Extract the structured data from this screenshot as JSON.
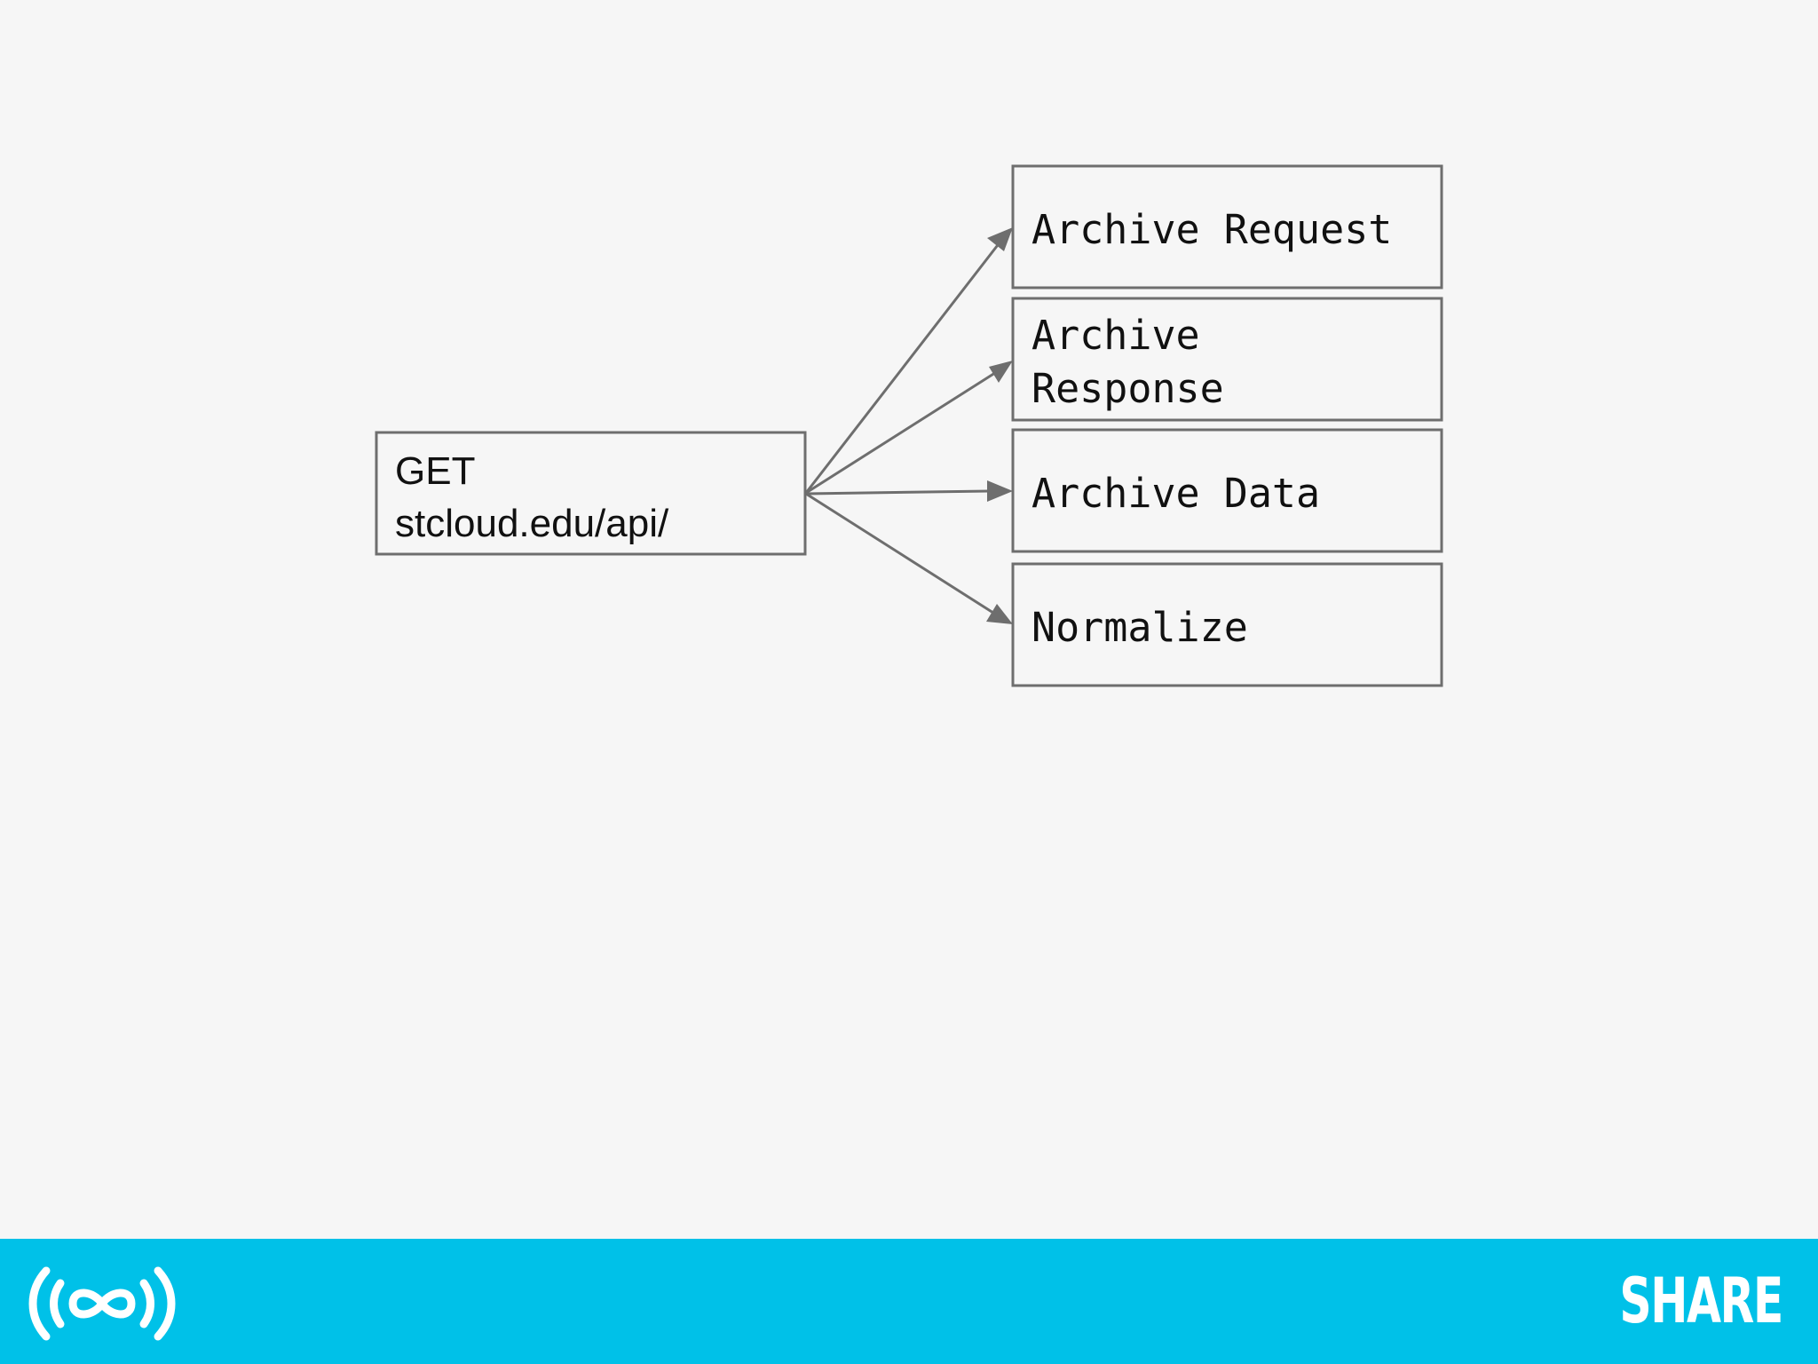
{
  "source": {
    "line1": "GET",
    "line2": "stcloud.edu/api/"
  },
  "targets": [
    {
      "lines": [
        "Archive Request"
      ]
    },
    {
      "lines": [
        "Archive",
        "Response"
      ]
    },
    {
      "lines": [
        "Archive Data"
      ]
    },
    {
      "lines": [
        "Normalize"
      ]
    }
  ],
  "footer": {
    "brand": "SHARE",
    "logo_icon": "infinity-broadcast-icon"
  },
  "colors": {
    "background": "#f6f6f6",
    "stroke": "#6e6e6e",
    "footer": "#00c1e8",
    "text": "#111111"
  }
}
